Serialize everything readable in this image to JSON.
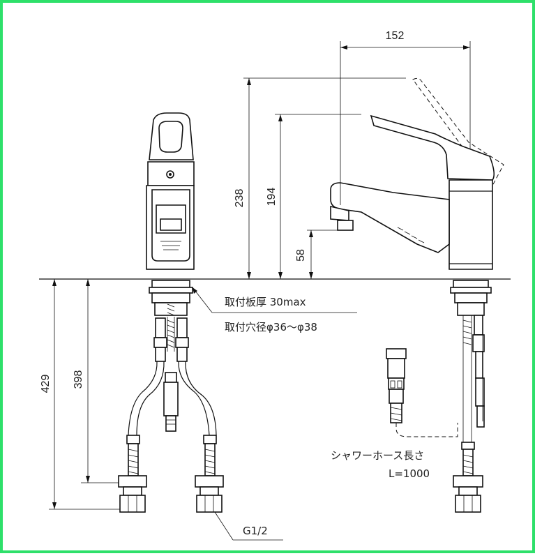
{
  "dimensions": {
    "top_width": "152",
    "height_total": "238",
    "height_spout": "194",
    "height_outlet": "58",
    "below_total": "429",
    "below_hose": "398"
  },
  "labels": {
    "plate_thickness": "取付板厚 30max",
    "hole_diameter": "取付穴径φ36～φ38",
    "shower_hose_line1": "シャワーホース長さ",
    "shower_hose_line2": "L=1000",
    "thread": "G1/2"
  },
  "colors": {
    "border": "#2ee06a",
    "line": "#111111"
  }
}
